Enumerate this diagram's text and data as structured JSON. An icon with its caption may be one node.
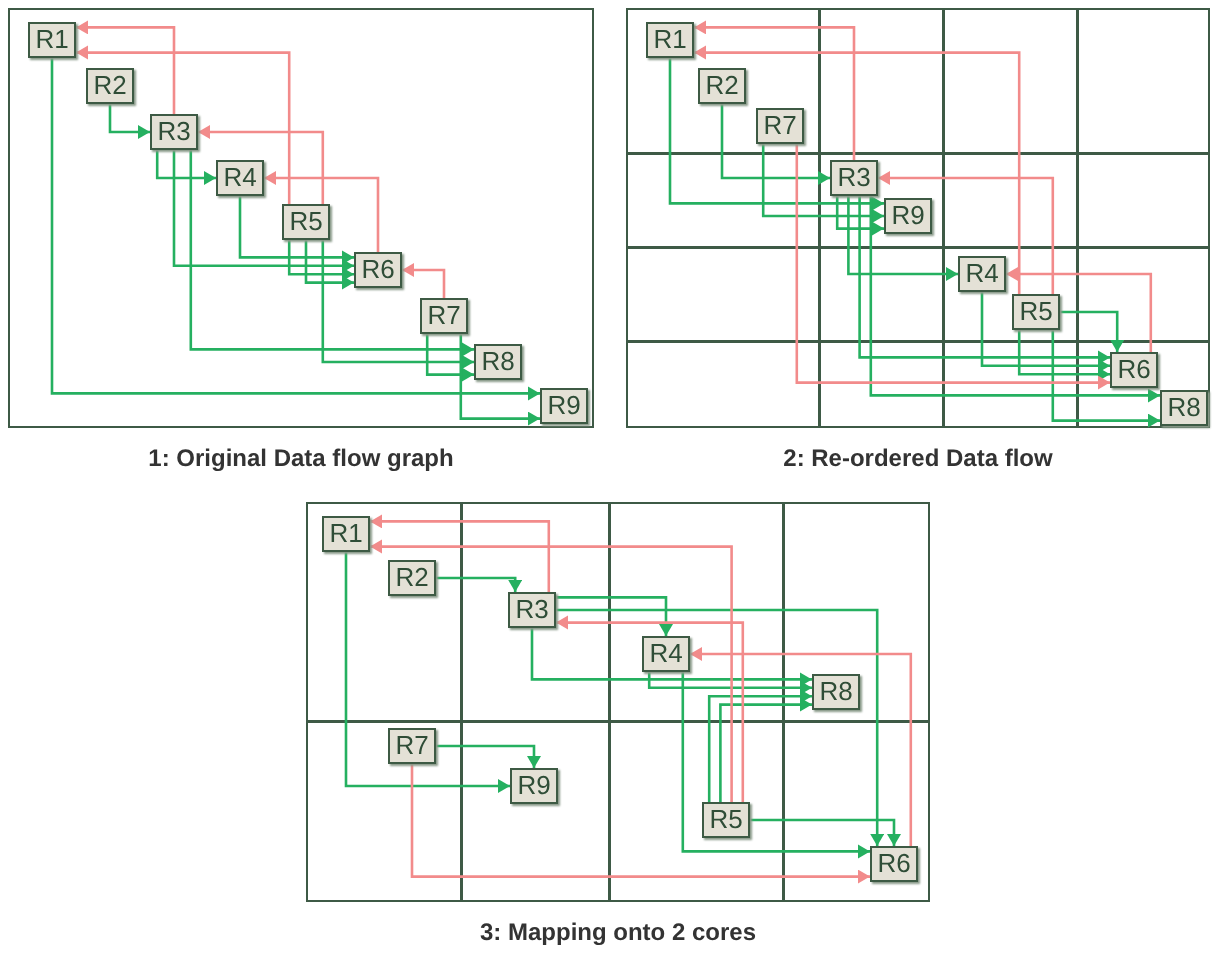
{
  "diagram": {
    "nodes": [
      {
        "text": [
          "1: Original Data flow graph"
        ]
      },
      {
        "text": [
          "R1"
        ],
        "in": 0
      },
      {
        "text": [
          "R2"
        ],
        "in": 0
      },
      {
        "text": [
          "R3"
        ],
        "in": 0
      },
      {
        "text": [
          "R4"
        ],
        "in": 0
      },
      {
        "text": [
          "R5"
        ],
        "in": 0
      },
      {
        "text": [
          "R6"
        ],
        "in": 0
      },
      {
        "text": [
          "R7"
        ],
        "in": 0
      },
      {
        "text": [
          "R8"
        ],
        "in": 0
      },
      {
        "text": [
          "R9"
        ],
        "in": 0
      },
      {
        "text": [
          "2: Re-ordered Data flow"
        ]
      },
      {
        "text": [
          "R1"
        ],
        "in": 10
      },
      {
        "text": [
          "R2"
        ],
        "in": 10
      },
      {
        "text": [
          "R3"
        ],
        "in": 10
      },
      {
        "text": [
          "R4"
        ],
        "in": 10
      },
      {
        "text": [
          "R5"
        ],
        "in": 10
      },
      {
        "text": [
          "R6"
        ],
        "in": 10
      },
      {
        "text": [
          "R7"
        ],
        "in": 10
      },
      {
        "text": [
          "R8"
        ],
        "in": 10
      },
      {
        "text": [
          "R9"
        ],
        "in": 10
      },
      {
        "text": [
          "3: Mapping onto 2 cores"
        ]
      },
      {
        "text": [
          "R1"
        ],
        "in": 20
      },
      {
        "text": [
          "R2"
        ],
        "in": 20
      },
      {
        "text": [
          "R3"
        ],
        "in": 20
      },
      {
        "text": [
          "R4"
        ],
        "in": 20
      },
      {
        "text": [
          "R5"
        ],
        "in": 20
      },
      {
        "text": [
          "R6"
        ],
        "in": 20
      },
      {
        "text": [
          "R7"
        ],
        "in": 20
      },
      {
        "text": [
          "R8"
        ],
        "in": 20
      },
      {
        "text": [
          "R9"
        ],
        "in": 20
      }
    ],
    "edges": [
      {
        "from": 2,
        "to": 3,
        "arrow": "to"
      },
      {
        "from": 3,
        "to": 4,
        "arrow": "to"
      },
      {
        "from": 4,
        "to": 6,
        "arrow": "to"
      },
      {
        "from": 3,
        "to": 6,
        "arrow": "to"
      },
      {
        "from": 5,
        "to": 6,
        "arrow": "to"
      },
      {
        "from": 5,
        "to": 6,
        "arrow": "to"
      },
      {
        "from": 3,
        "to": 8,
        "arrow": "to"
      },
      {
        "from": 5,
        "to": 8,
        "arrow": "to"
      },
      {
        "from": 7,
        "to": 8,
        "arrow": "to"
      },
      {
        "from": 1,
        "to": 9,
        "arrow": "to"
      },
      {
        "from": 7,
        "to": 9,
        "arrow": "to"
      },
      {
        "from": 3,
        "to": 1,
        "arrow": "to",
        "color": "#f28b8b"
      },
      {
        "from": 5,
        "to": 1,
        "arrow": "to",
        "color": "#f28b8b"
      },
      {
        "from": 5,
        "to": 3,
        "arrow": "to",
        "color": "#f28b8b"
      },
      {
        "from": 6,
        "to": 4,
        "arrow": "to",
        "color": "#f28b8b"
      },
      {
        "from": 7,
        "to": 6,
        "arrow": "to",
        "color": "#f28b8b"
      },
      {
        "from": 11,
        "to": 19,
        "arrow": "to"
      },
      {
        "from": 12,
        "to": 13,
        "arrow": "to"
      },
      {
        "from": 17,
        "to": 19,
        "arrow": "to"
      },
      {
        "from": 13,
        "to": 19,
        "arrow": "to"
      },
      {
        "from": 13,
        "to": 14,
        "arrow": "to"
      },
      {
        "from": 13,
        "to": 16,
        "arrow": "to"
      },
      {
        "from": 13,
        "to": 18,
        "arrow": "to"
      },
      {
        "from": 14,
        "to": 16,
        "arrow": "to"
      },
      {
        "from": 15,
        "to": 16,
        "arrow": "to"
      },
      {
        "from": 15,
        "to": 16,
        "arrow": "to"
      },
      {
        "from": 15,
        "to": 18,
        "arrow": "to"
      },
      {
        "from": 13,
        "to": 11,
        "arrow": "to",
        "color": "#f28b8b"
      },
      {
        "from": 15,
        "to": 11,
        "arrow": "to",
        "color": "#f28b8b"
      },
      {
        "from": 15,
        "to": 13,
        "arrow": "to",
        "color": "#f28b8b"
      },
      {
        "from": 16,
        "to": 14,
        "arrow": "to",
        "color": "#f28b8b"
      },
      {
        "from": 17,
        "to": 16,
        "arrow": "to",
        "color": "#f28b8b"
      },
      {
        "from": 22,
        "to": 23,
        "arrow": "to"
      },
      {
        "from": 23,
        "to": 24,
        "arrow": "to"
      },
      {
        "from": 23,
        "to": 26,
        "arrow": "to"
      },
      {
        "from": 23,
        "to": 28,
        "arrow": "to"
      },
      {
        "from": 24,
        "to": 28,
        "arrow": "to"
      },
      {
        "from": 24,
        "to": 26,
        "arrow": "to"
      },
      {
        "from": 25,
        "to": 28,
        "arrow": "to"
      },
      {
        "from": 25,
        "to": 28,
        "arrow": "to"
      },
      {
        "from": 25,
        "to": 26,
        "arrow": "to"
      },
      {
        "from": 21,
        "to": 29,
        "arrow": "to"
      },
      {
        "from": 27,
        "to": 29,
        "arrow": "to"
      },
      {
        "from": 23,
        "to": 21,
        "arrow": "to",
        "color": "#f28b8b"
      },
      {
        "from": 25,
        "to": 21,
        "arrow": "to",
        "color": "#f28b8b"
      },
      {
        "from": 25,
        "to": 23,
        "arrow": "to",
        "color": "#f28b8b"
      },
      {
        "from": 26,
        "to": 24,
        "arrow": "to",
        "color": "#f28b8b"
      },
      {
        "from": 27,
        "to": 26,
        "arrow": "to",
        "color": "#f28b8b"
      }
    ]
  }
}
